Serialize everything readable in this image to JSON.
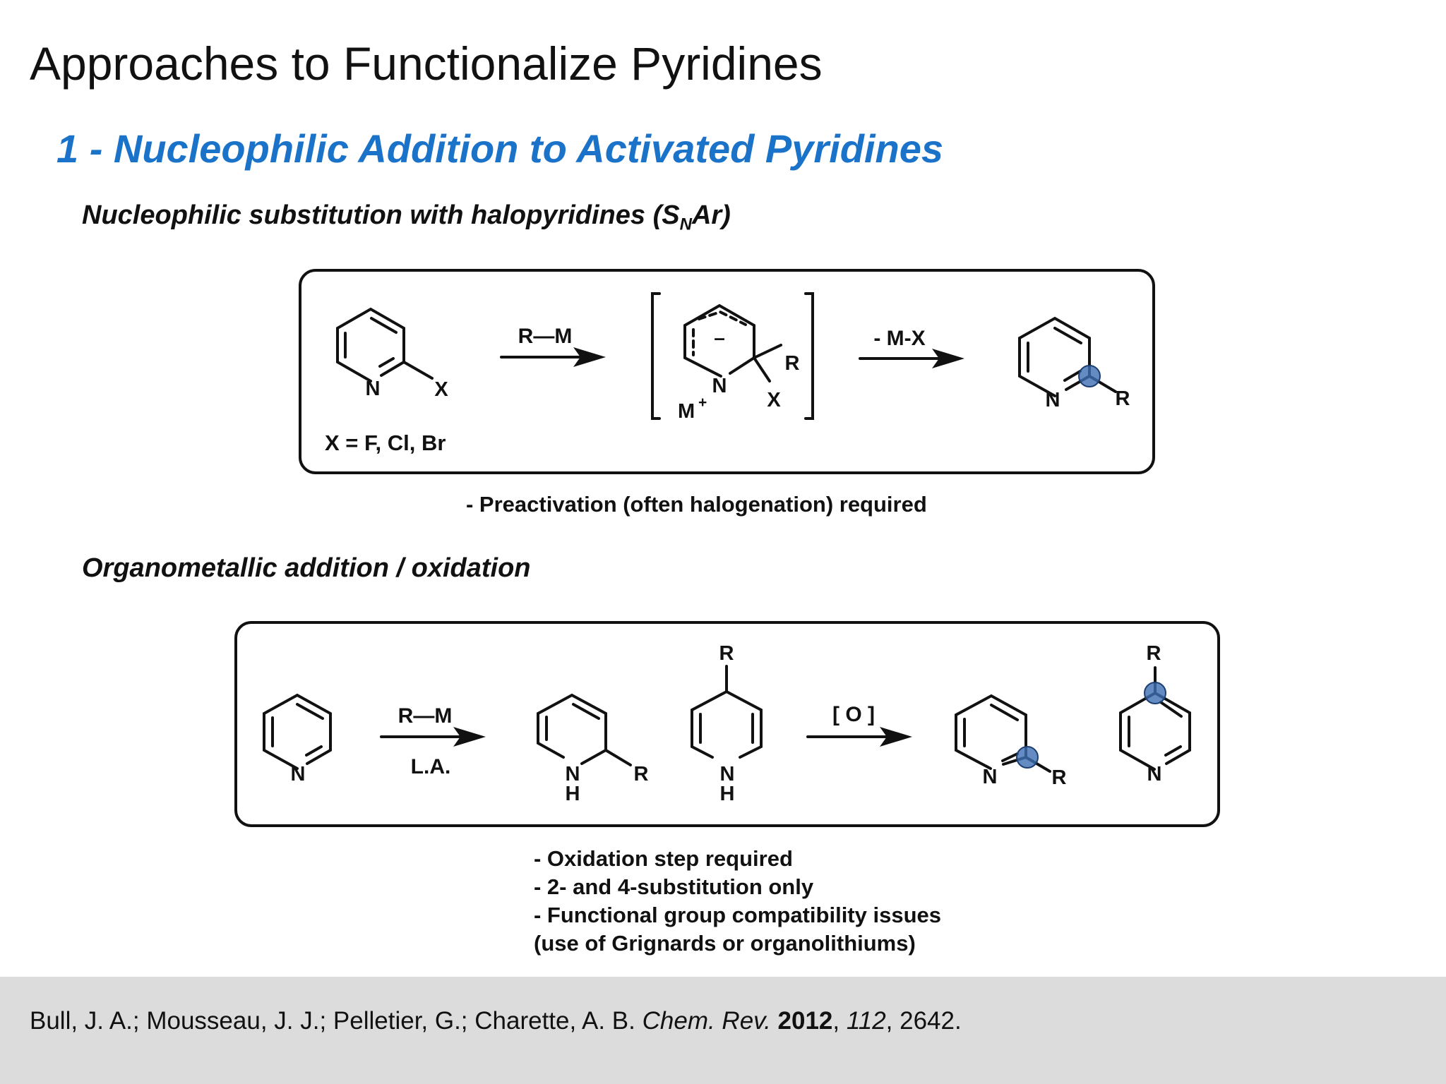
{
  "slide": {
    "title": "Approaches to Functionalize Pyridines",
    "section_title": "1 - Nucleophilic Addition to Activated Pyridines"
  },
  "snar": {
    "heading_main": "Nucleophilic substitution with halopyridines (S",
    "heading_sub": "N",
    "heading_end": "Ar)",
    "scheme": {
      "reagent": "R—M",
      "elimination": "- M-X",
      "counterion": "M",
      "counterion_charge": "+",
      "anion_charge": "–",
      "halide_note": "X = F, Cl, Br",
      "atoms": {
        "N": "N",
        "X": "X",
        "R": "R"
      }
    },
    "note": "- Preactivation (often halogenation) required"
  },
  "organometallic": {
    "heading": "Organometallic addition / oxidation",
    "scheme": {
      "reagent": "R—M",
      "additive": "L.A.",
      "oxidant": "[ O ]",
      "atoms": {
        "N": "N",
        "H": "H",
        "R": "R"
      }
    },
    "notes": [
      "- Oxidation step required",
      "- 2- and 4-substitution only",
      "- Functional group compatibility issues",
      "(use of Grignards or organolithiums)"
    ]
  },
  "citation": {
    "authors": "Bull, J. A.; Mousseau, J. J.; Pelletier, G.; Charette, A. B. ",
    "journal": "Chem. Rev.",
    "year": "2012",
    "volume": "112",
    "pages": "2642."
  },
  "colors": {
    "section_title": "#1a73c8",
    "highlight_dot": "#3d6fb3",
    "footer_bg": "#dcdcdd"
  }
}
